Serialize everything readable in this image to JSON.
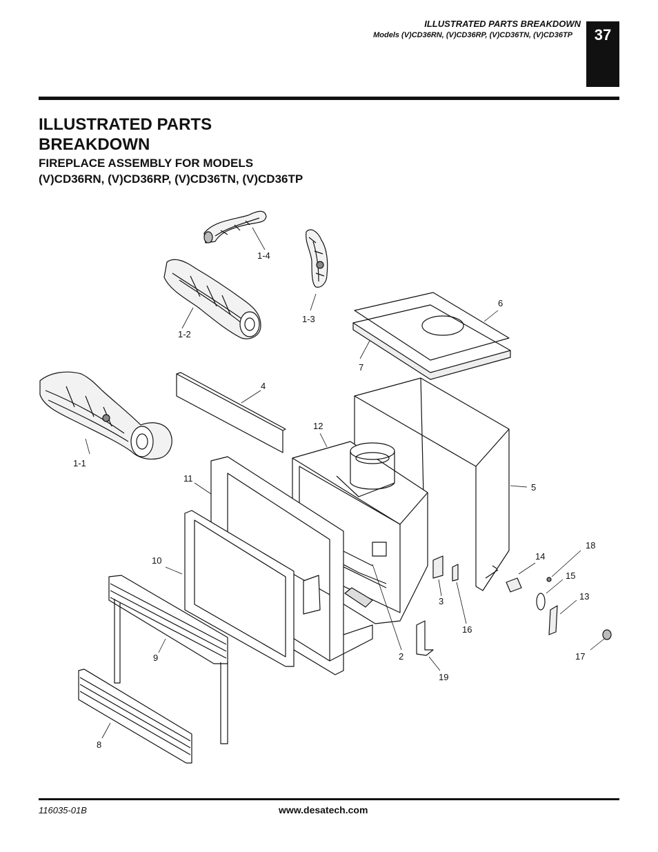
{
  "header": {
    "section": "ILLUSTRATED PARTS BREAKDOWN",
    "models": "Models (V)CD36RN, (V)CD36RP, (V)CD36TN, (V)CD36TP",
    "page_number": "37"
  },
  "title": {
    "main": "ILLUSTRATED PARTS BREAKDOWN",
    "sub_line1": "FIREPLACE ASSEMBLY FOR MODELS",
    "sub_line2": "(V)CD36RN, (V)CD36RP, (V)CD36TN, (V)CD36TP"
  },
  "callouts": {
    "c1_4": "1-4",
    "c1_3": "1-3",
    "c1_2": "1-2",
    "c1_1": "1-1",
    "c6": "6",
    "c7": "7",
    "c4": "4",
    "c12": "12",
    "c11": "11",
    "c5": "5",
    "c10": "10",
    "c14": "14",
    "c18": "18",
    "c15": "15",
    "c13": "13",
    "c3": "3",
    "c16": "16",
    "c9": "9",
    "c2": "2",
    "c19": "19",
    "c17": "17",
    "c8": "8"
  },
  "footer": {
    "doc_number": "116035-01B",
    "website": "www.desatech.com"
  }
}
